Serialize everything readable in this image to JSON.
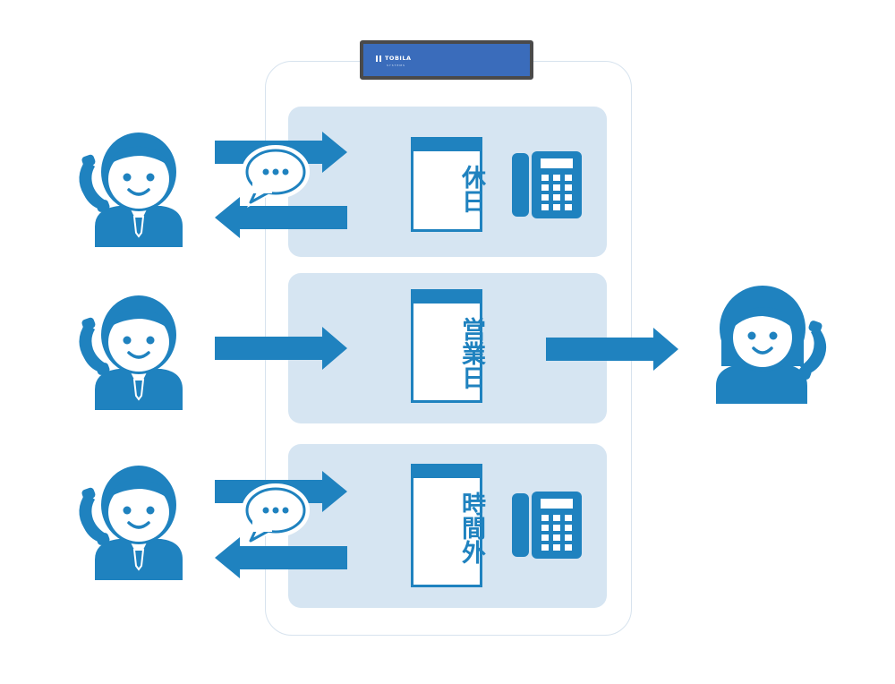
{
  "device": {
    "brand": "TOBILA",
    "brand_sub": "SYSTEMS"
  },
  "calendars": {
    "holiday": "休日",
    "business_day": "営業日",
    "after_hours": "時間外"
  },
  "icons": {
    "caller": "caller-with-phone-icon",
    "operator": "operator-with-phone-icon",
    "speech": "speech-bubble-ellipsis-icon",
    "desk_phone": "desk-phone-icon",
    "arrow": "arrow-icon"
  },
  "colors": {
    "primary_blue": "#1f82bf",
    "panel_bg": "#d6e5f2",
    "badge_blue": "#3a6cbb",
    "badge_border": "#4a4a4a"
  }
}
